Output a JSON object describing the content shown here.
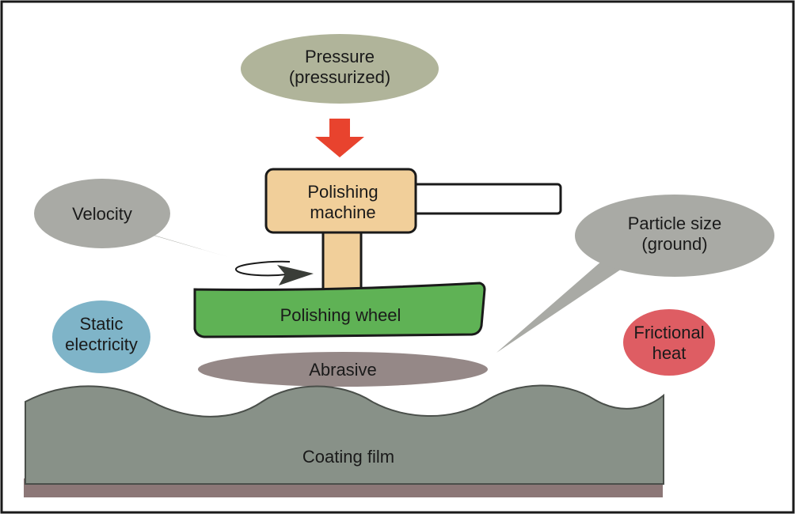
{
  "labels": {
    "pressure": [
      "Pressure",
      "(pressurized)"
    ],
    "machine": [
      "Polishing",
      "machine"
    ],
    "velocity": "Velocity",
    "particle_size": [
      "Particle size",
      "(ground)"
    ],
    "wheel": "Polishing wheel",
    "static": [
      "Static",
      "electricity"
    ],
    "frictional": [
      "Frictional",
      "heat"
    ],
    "abrasive": "Abrasive",
    "coating": "Coating film"
  },
  "colors": {
    "pressure_bubble": "#b0b49a",
    "grey_bubble": "#a9aaa5",
    "arrow": "#e8432e",
    "machine": "#f1cf9a",
    "wheel": "#5fb255",
    "static_bubble": "#7fb4c8",
    "frictional_bubble": "#de5d63",
    "abrasive": "#958887",
    "coating": "#889188",
    "coating_base": "#8c7777"
  }
}
